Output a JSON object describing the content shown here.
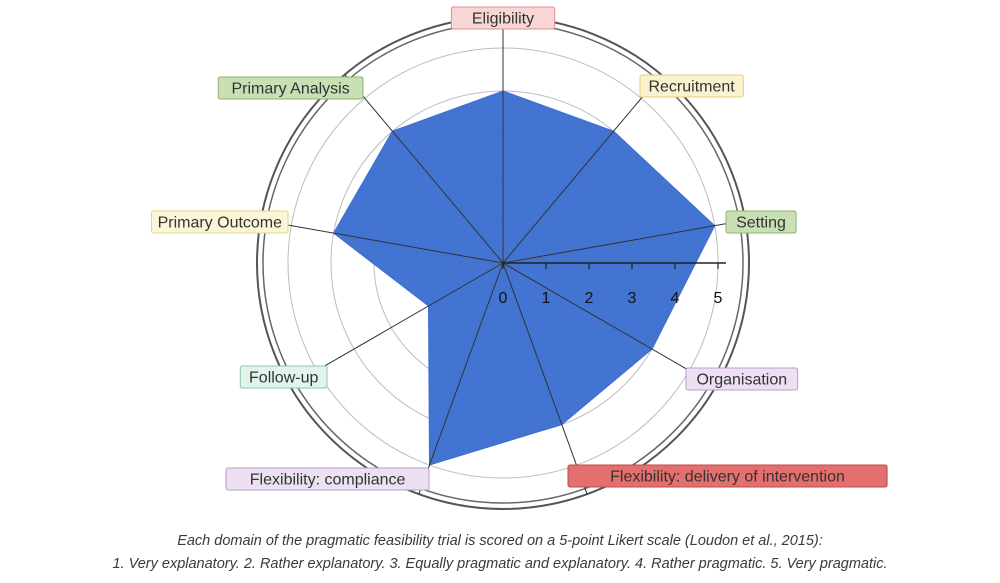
{
  "chart_data": {
    "type": "radar",
    "title": "",
    "scale": {
      "min": 0,
      "max": 5,
      "ticks": [
        0,
        1,
        2,
        3,
        4,
        5
      ]
    },
    "categories": [
      {
        "label": "Eligibility",
        "value": 4,
        "label_color": "#f8d6d6",
        "label_border": "#e08c8c"
      },
      {
        "label": "Recruitment",
        "value": 4,
        "label_color": "#fbf3cf",
        "label_border": "#e2cf74"
      },
      {
        "label": "Setting",
        "value": 5,
        "label_color": "#c9dfb4",
        "label_border": "#8fb36a"
      },
      {
        "label": "Organisation",
        "value": 4,
        "label_color": "#ece0f2",
        "label_border": "#b89ccc"
      },
      {
        "label": "Flexibility: delivery of intervention",
        "value": 4,
        "label_color": "#e46f6f",
        "label_border": "#c04848"
      },
      {
        "label": "Flexibility: compliance",
        "value": 5,
        "label_color": "#ece0f2",
        "label_border": "#b89ccc"
      },
      {
        "label": "Follow-up",
        "value": 2,
        "label_color": "#e2f5ec",
        "label_border": "#8cc9aa"
      },
      {
        "label": "Primary Outcome",
        "value": 4,
        "label_color": "#fbf6d8",
        "label_border": "#e2d68a"
      },
      {
        "label": "Primary Analysis",
        "value": 4,
        "label_color": "#c9dfb4",
        "label_border": "#8fb36a"
      }
    ],
    "fill_color": "#3d6fd1",
    "grid": true
  },
  "caption": {
    "line1": "Each domain of the pragmatic feasibility trial is scored on a 5-point Likert scale (Loudon et al., 2015):",
    "line2": "1. Very explanatory. 2. Rather explanatory. 3. Equally pragmatic and explanatory. 4. Rather pragmatic. 5. Very pragmatic."
  }
}
